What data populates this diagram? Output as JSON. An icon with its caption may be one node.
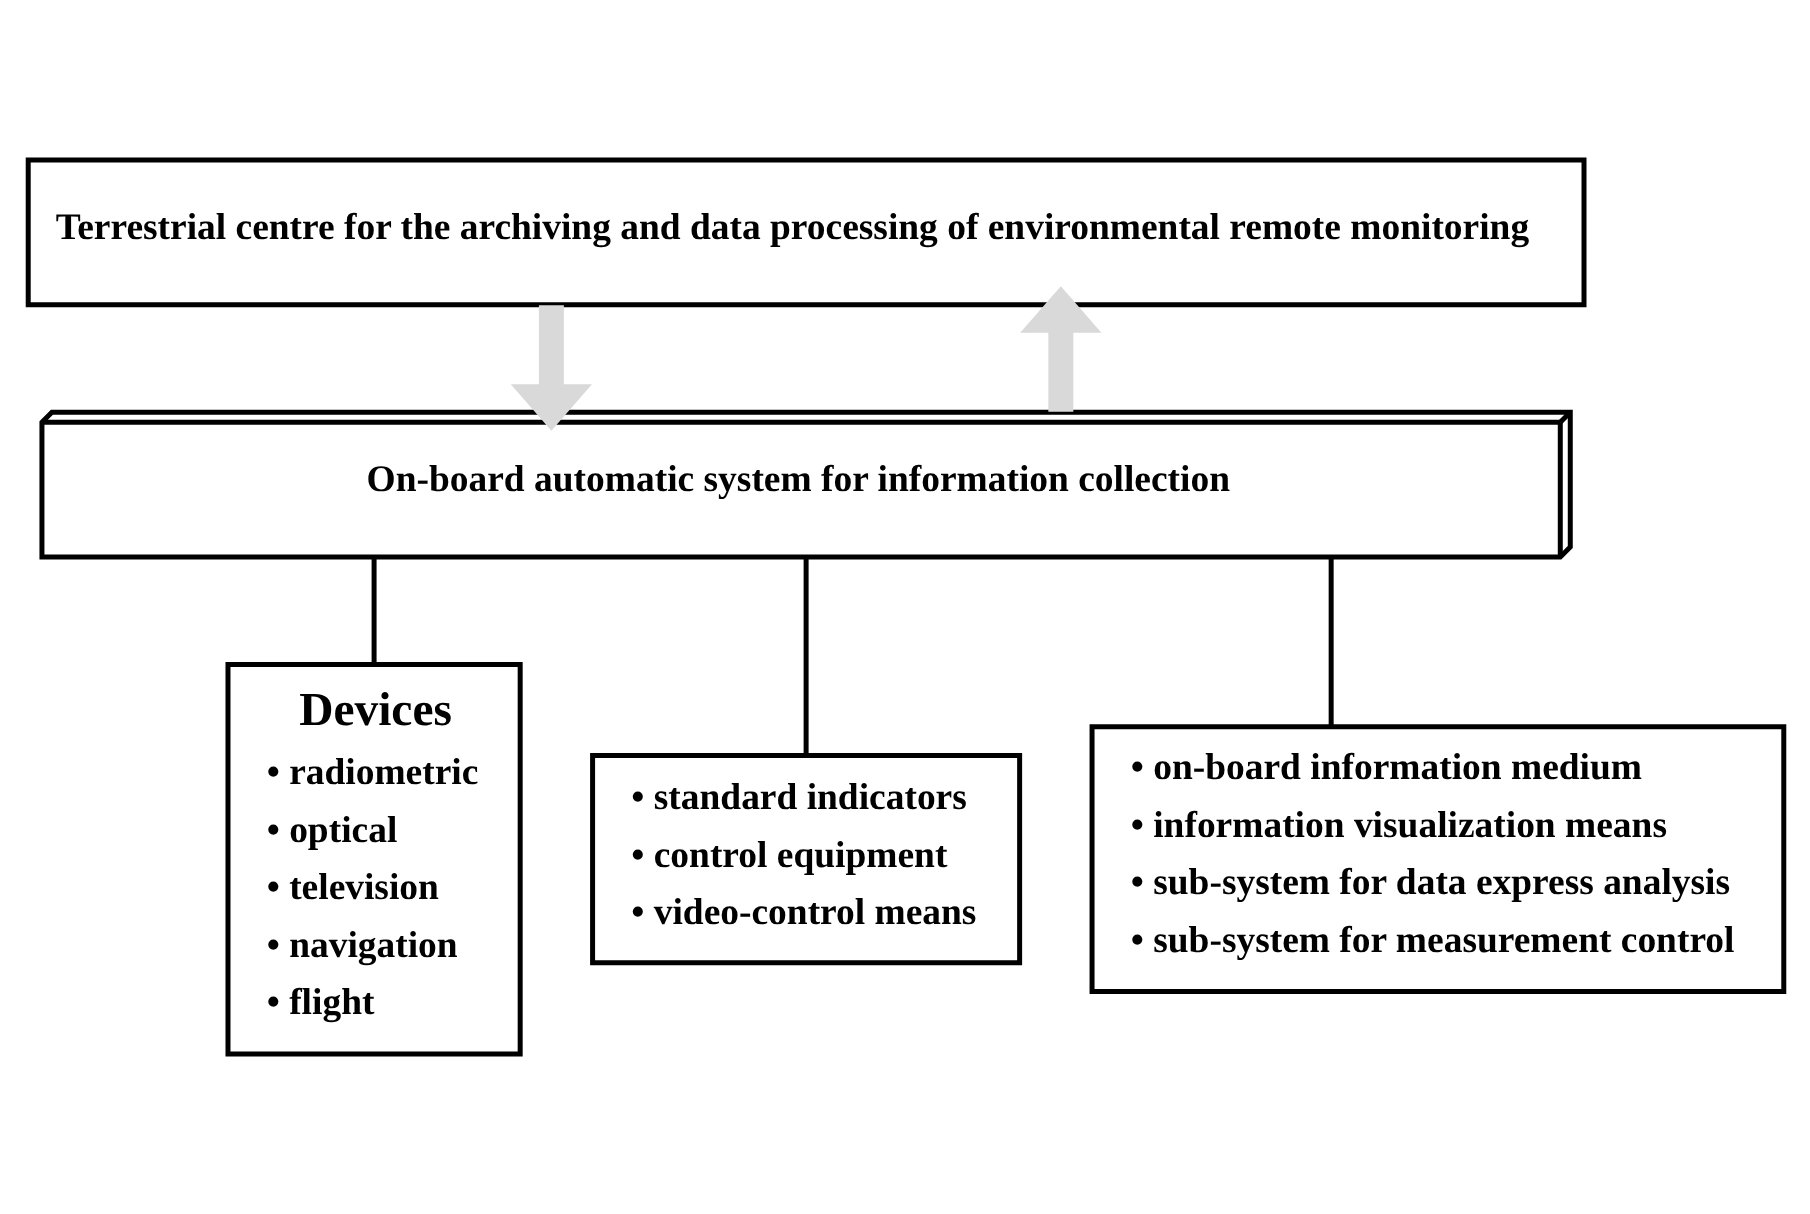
{
  "diagram": {
    "nodes": [
      {
        "text": [
          "Terrestrial centre for the archiving and data processing of environmental remote monitoring"
        ]
      },
      {
        "text": [
          "On-board automatic system for information collection"
        ]
      },
      {
        "text": [
          "Devices",
          "• radiometric",
          "• optical",
          "• television",
          "• navigation",
          "• flight"
        ]
      },
      {
        "text": [
          "• standard indicators",
          "• control equipment",
          "• video-control means"
        ]
      },
      {
        "text": [
          "• on-board information medium",
          "• information visualization means",
          "• sub-system for data express analysis",
          "• sub-system for measurement control"
        ]
      }
    ],
    "edges": [
      {
        "from": 1,
        "to": 0,
        "arrow": "to",
        "style": "thick",
        "color": "#d9d9d9"
      },
      {
        "from": 0,
        "to": 1,
        "arrow": "to",
        "style": "thick",
        "color": "#d9d9d9"
      },
      {
        "from": 1,
        "to": 2,
        "arrow": "none"
      },
      {
        "from": 1,
        "to": 3,
        "arrow": "none"
      },
      {
        "from": 1,
        "to": 4,
        "arrow": "none"
      }
    ]
  }
}
